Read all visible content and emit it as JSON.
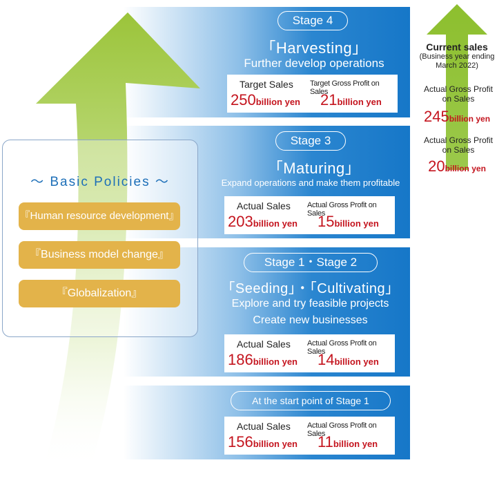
{
  "stages": [
    {
      "badge": "Stage 4",
      "title": "「Harvesting」",
      "subtitle": "Further develop operations",
      "label_sales": "Target Sales",
      "label_profit": "Target Gross Profit on Sales",
      "sales_value": "250",
      "profit_value": "21",
      "unit": "billion yen"
    },
    {
      "badge": "Stage 3",
      "title": "「Maturing」",
      "subtitle": "Expand operations and make them profitable",
      "label_sales": "Actual Sales",
      "label_profit": "Actual Gross Profit on Sales",
      "sales_value": "203",
      "profit_value": "15",
      "unit": "billion yen"
    },
    {
      "badge": "Stage 1・Stage 2",
      "title": "「Seeding」・「Cultivating」",
      "subtitle": "Explore and try feasible projects",
      "subtitle2": "Create new businesses",
      "label_sales": "Actual Sales",
      "label_profit": "Actual Gross Profit on Sales",
      "sales_value": "186",
      "profit_value": "14",
      "unit": "billion yen"
    },
    {
      "badge": "At the start point of Stage 1",
      "label_sales": "Actual Sales",
      "label_profit": "Actual Gross Profit on Sales",
      "sales_value": "156",
      "profit_value": "11",
      "unit": "billion yen"
    }
  ],
  "policies": {
    "title": "～ Basic Policies ～",
    "items": [
      "『Human resource development』",
      "『Business model change』",
      "『Globalization』"
    ]
  },
  "current": {
    "title": "Current sales",
    "period": "(Business year ending March 2022)",
    "label1": "Actual Gross Profit on Sales",
    "value1": "245",
    "label2": "Actual Gross Profit on Sales",
    "value2": "20",
    "unit": "billion yen"
  },
  "colors": {
    "band_blue": "#1677c8",
    "value_red": "#c4141e",
    "policy_gold": "#e3b34a",
    "arrow_green": "#a6cd3a"
  }
}
